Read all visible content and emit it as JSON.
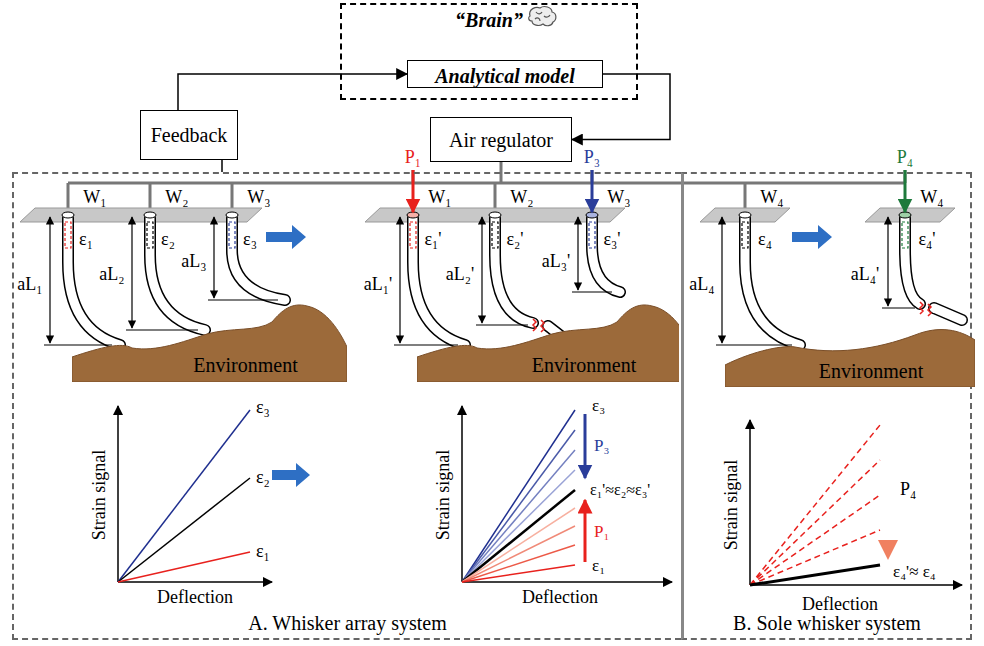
{
  "diagram": {
    "nodes": [
      {
        "text": [
          "“Brain”"
        ]
      },
      {
        "text": [
          "Analytical model"
        ],
        "in": 0
      },
      {
        "text": [
          "Feedback"
        ]
      },
      {
        "text": [
          "Air regulator"
        ]
      },
      {
        "text": [
          "A. Whisker array system"
        ]
      },
      {
        "text": [
          "B. Sole whisker system"
        ]
      },
      {
        "text": [
          "Environment"
        ],
        "in": 4
      },
      {
        "text": [
          "Environment"
        ],
        "in": 4
      },
      {
        "text": [
          "Environment"
        ],
        "in": 5
      }
    ],
    "edges": [
      {
        "from": 2,
        "to": 1,
        "arrow": "to"
      },
      {
        "from": 1,
        "to": 3,
        "arrow": "to"
      },
      {
        "from": 4,
        "to": 2,
        "arrow": "none"
      }
    ],
    "labels": [
      "W₁",
      "W₂",
      "W₃",
      "ε₁",
      "ε₂",
      "ε₃",
      "aL₁",
      "aL₂",
      "aL₃",
      "P₁",
      "P₃",
      "W₁",
      "W₂",
      "W₃",
      "ε₁'",
      "ε₂'",
      "ε₃'",
      "aL₁'",
      "aL₂'",
      "aL₃'",
      "W₄",
      "ε₄",
      "aL₄",
      "P₄",
      "W₄",
      "ε₄'",
      "aL₄'",
      "Strain signal",
      "Deflection",
      "ε₃",
      "ε₂",
      "ε₁",
      "Strain signal",
      "Deflection",
      "ε₃",
      "P₃",
      "ε₁'≈ε₂≈ε₃'",
      "P₁",
      "ε₁",
      "Strain signal",
      "Deflection",
      "P₄",
      "ε₄'≈ ε₄"
    ]
  }
}
